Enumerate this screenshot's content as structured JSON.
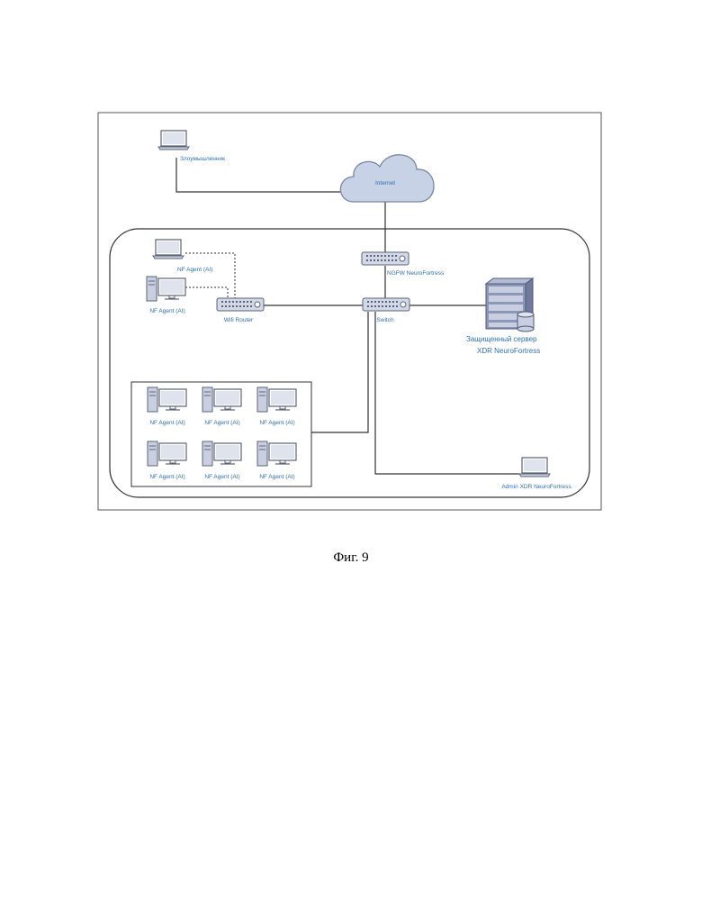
{
  "labels": {
    "intruder": "Злоумышленник",
    "internet": "Internet",
    "ngfw": "NGFW NeuroFortress",
    "wifi_router": "Wifi Router",
    "switch": "Switch",
    "server_line1": "Защищенный сервер",
    "server_line2": "XDR NeuroFortress",
    "admin": "Admin XDR NeuroFortress",
    "agent_laptop": "NF Agent (AI)",
    "agent_desktop": "NF Agent (AI)",
    "agents_grid": [
      "NF Agent (AI)",
      "NF Agent (AI)",
      "NF Agent (AI)",
      "NF Agent (AI)",
      "NF Agent (AI)",
      "NF Agent (AI)"
    ]
  },
  "caption": "Фиг. 9",
  "colors": {
    "label": "#2f6fb5",
    "device_fill": "#c9cfe0",
    "device_stroke": "#5a6478",
    "cloud_fill": "#c7d2e6",
    "line": "#333333"
  }
}
